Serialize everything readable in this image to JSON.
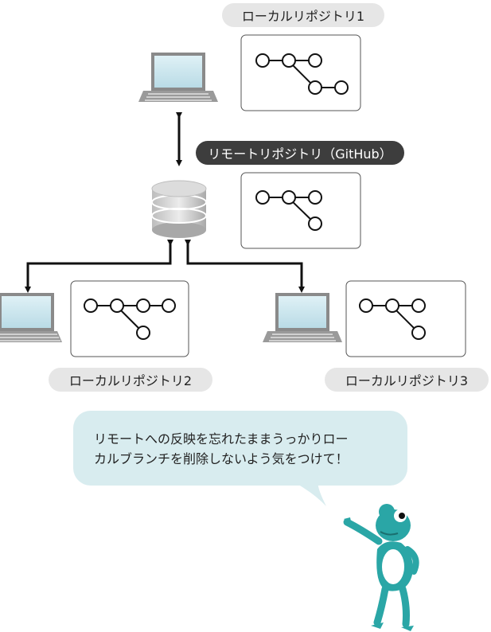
{
  "labels": {
    "local_repo_1": "ローカルリポジトリ1",
    "remote_repo": "リモートリポジトリ（GitHub）",
    "local_repo_2": "ローカルリポジトリ2",
    "local_repo_3": "ローカルリポジトリ3"
  },
  "speech": {
    "line1": "リモートへの反映を忘れたままうっかりロー",
    "line2": "カルブランチを削除しないよう気をつけて！"
  },
  "colors": {
    "pill_light": "#e6e6e6",
    "pill_dark": "#3d3d3d",
    "bubble": "#d8ecef",
    "frog": "#2aa6a6"
  },
  "icons": [
    "laptop-icon",
    "database-icon",
    "commit-graph-icon",
    "frog-mascot"
  ]
}
